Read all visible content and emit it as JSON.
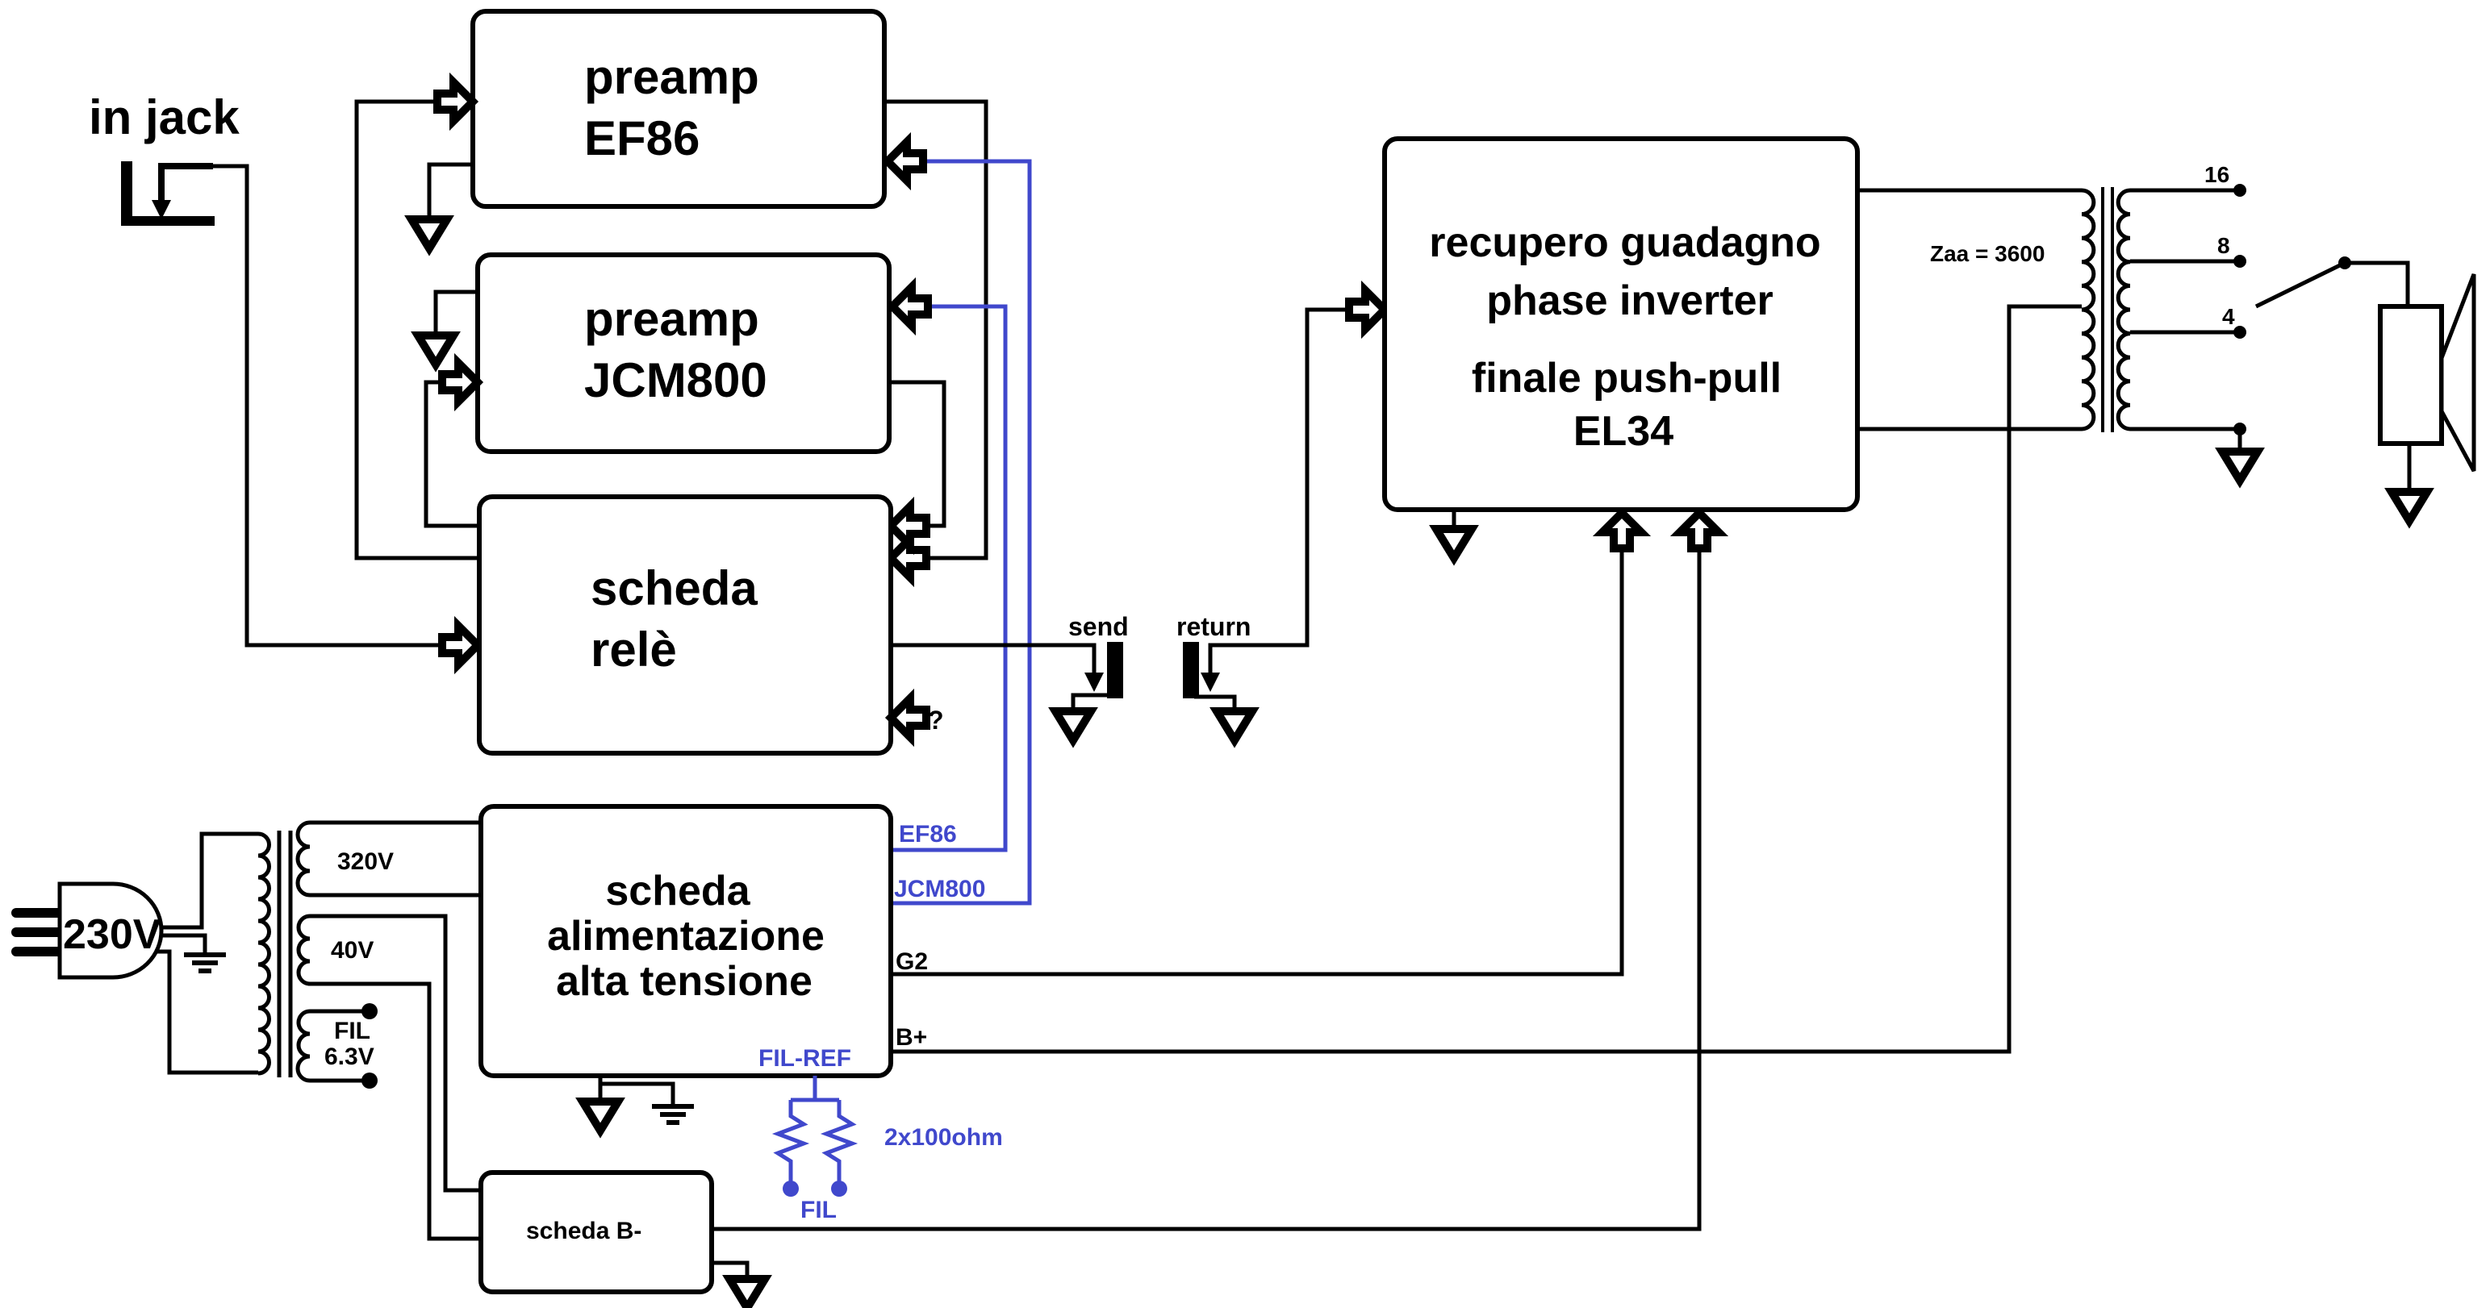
{
  "title": "Schema a blocchi amplificatore valvolare",
  "input": {
    "label": "in jack"
  },
  "blocks": {
    "preamp_ef86": {
      "line1": "preamp",
      "line2": "EF86"
    },
    "preamp_jcm800": {
      "line1": "preamp",
      "line2": "JCM800"
    },
    "relay_board": {
      "line1": "scheda",
      "line2": "relè",
      "unknown_input": "?"
    },
    "power_amp": {
      "line1": "recupero guadagno",
      "line2": "phase inverter",
      "line3": "finale push-pull",
      "line4": "EL34"
    },
    "hv_supply": {
      "line1": "scheda",
      "line2": "alimentazione",
      "line3": "alta tensione",
      "outputs": {
        "ef86": "EF86",
        "jcm800": "JCM800",
        "g2": "G2",
        "bplus": "B+",
        "filref": "FIL-REF"
      }
    },
    "bminus": {
      "label": "scheda B-"
    }
  },
  "fx_loop": {
    "send": "send",
    "return": "return"
  },
  "output_transformer": {
    "impedance_label": "Zaa = 3600",
    "taps": [
      "16",
      "8",
      "4"
    ]
  },
  "mains": {
    "plug_label": "230V",
    "secondaries": {
      "hv": "320V",
      "bias": "40V",
      "fil_line1": "FIL",
      "fil_line2": "6.3V"
    }
  },
  "filament_ref": {
    "resistors": "2x100ohm",
    "fil_label": "FIL"
  },
  "colors": {
    "wire": "#000000",
    "heater_wire": "#4048cc"
  }
}
